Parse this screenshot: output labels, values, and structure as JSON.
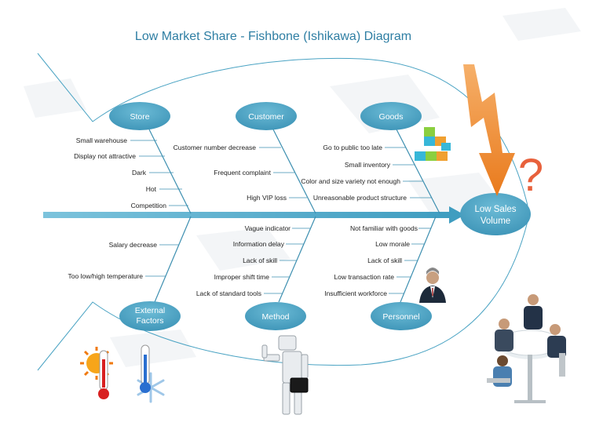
{
  "title": "Low Market Share - Fishbone (Ishikawa) Diagram",
  "head": {
    "line1": "Low Sales",
    "line2": "Volume"
  },
  "categories": {
    "store": {
      "label": "Store",
      "causes": [
        "Small warehouse",
        "Display not attractive",
        "Dark",
        "Hot",
        "Competition"
      ]
    },
    "customer": {
      "label": "Customer",
      "causes": [
        "Customer number decrease",
        "Frequent complaint",
        "High VIP loss"
      ]
    },
    "goods": {
      "label": "Goods",
      "causes": [
        "Go to public too late",
        "Small  inventory",
        "Color and size variety not enough",
        "Unreasonable product structure"
      ]
    },
    "external": {
      "line1": "External",
      "line2": "Factors",
      "causes": [
        "Salary decrease",
        "Too low/high temperature"
      ]
    },
    "method": {
      "label": "Method",
      "causes": [
        "Vague indicator",
        "Information delay",
        "Lack of skill",
        "Improper shift time",
        "Lack of standard tools"
      ]
    },
    "personnel": {
      "label": "Personnel",
      "causes": [
        "Not familiar with goods",
        "Low morale",
        "Lack of skill",
        "Low transaction rate",
        "Insufficient workforce"
      ]
    }
  },
  "colors": {
    "title": "#2e7ea3",
    "node_fill": "#4aa3c3",
    "bone": "#3d8fb0",
    "spine": "#4fa9c8",
    "arrow": "#f08c30",
    "question": "#e8613c"
  },
  "icons": [
    "down-arrow-icon",
    "question-mark-icon",
    "blocks-icon",
    "businessman-icon",
    "meeting-icon",
    "sun-thermometer-icon",
    "snow-thermometer-icon",
    "robot-worker-icon"
  ]
}
